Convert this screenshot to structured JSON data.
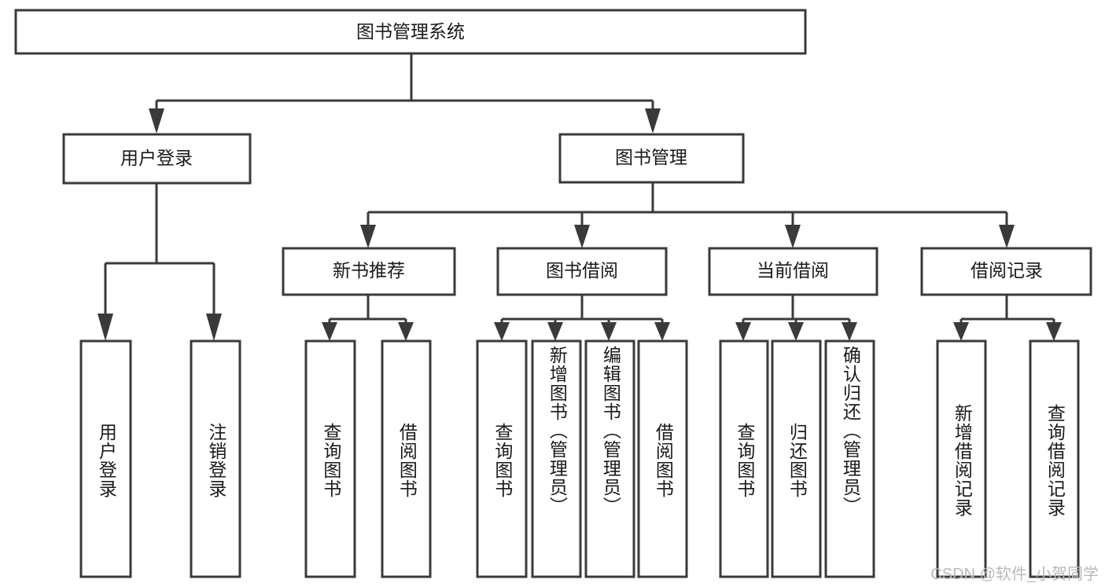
{
  "diagram": {
    "title": "图书管理系统",
    "type": "tree",
    "watermark": "CSDN @软件_小贺同学",
    "colors": {
      "box_stroke": "#3a3a3a",
      "box_fill": "#ffffff",
      "text": "#1a1a1a",
      "watermark": "#b9b9b9",
      "background": "#ffffff"
    },
    "root": {
      "label": "图书管理系统"
    },
    "level2": [
      {
        "label": "用户登录"
      },
      {
        "label": "图书管理"
      }
    ],
    "level3": [
      {
        "label": "新书推荐"
      },
      {
        "label": "图书借阅"
      },
      {
        "label": "当前借阅"
      },
      {
        "label": "借阅记录"
      }
    ],
    "leaves": {
      "user_login": [
        {
          "label": "用户登录"
        },
        {
          "label": "注销登录"
        }
      ],
      "new_book_recommend": [
        {
          "label": "查询图书"
        },
        {
          "label": "借阅图书"
        }
      ],
      "book_borrow": [
        {
          "label": "查询图书"
        },
        {
          "label": "新增图书（管理员）"
        },
        {
          "label": "编辑图书（管理员）"
        },
        {
          "label": "借阅图书"
        }
      ],
      "current_borrow": [
        {
          "label": "查询图书"
        },
        {
          "label": "归还图书"
        },
        {
          "label": "确认归还（管理员）"
        }
      ],
      "borrow_records": [
        {
          "label": "新增借阅记录"
        },
        {
          "label": "查询借阅记录"
        }
      ]
    }
  }
}
